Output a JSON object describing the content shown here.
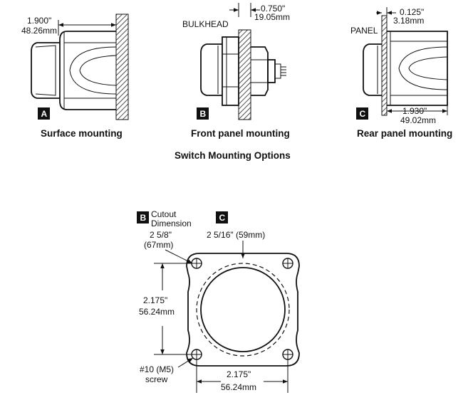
{
  "top_views": [
    {
      "id": "A",
      "caption": "Surface mounting",
      "dim_inch": "1.900\"",
      "dim_mm": "48.26mm"
    },
    {
      "id": "B",
      "caption": "Front panel mounting",
      "label": "BULKHEAD",
      "dim_inch": "0.750\"",
      "dim_mm": "19.05mm"
    },
    {
      "id": "C",
      "caption": "Rear panel mounting",
      "label": "PANEL",
      "dim_inch": "0.125\"",
      "dim_mm": "3.18mm",
      "dim2_inch": "1.930\"",
      "dim2_mm": "49.02mm"
    }
  ],
  "section_title": "Switch Mounting Options",
  "cutout": {
    "badge_b": "B",
    "badge_b_text_1": "Cutout",
    "badge_b_text_2": "Dimension",
    "badge_c": "C",
    "dim_b_1": "2 5/8\"",
    "dim_b_2": "(67mm)",
    "dim_c": "2 5/16\" (59mm)",
    "vert_inch": "2.175\"",
    "vert_mm": "56.24mm",
    "horiz_inch": "2.175\"",
    "horiz_mm": "56.24mm",
    "screw_1": "#10 (M5)",
    "screw_2": "screw"
  }
}
